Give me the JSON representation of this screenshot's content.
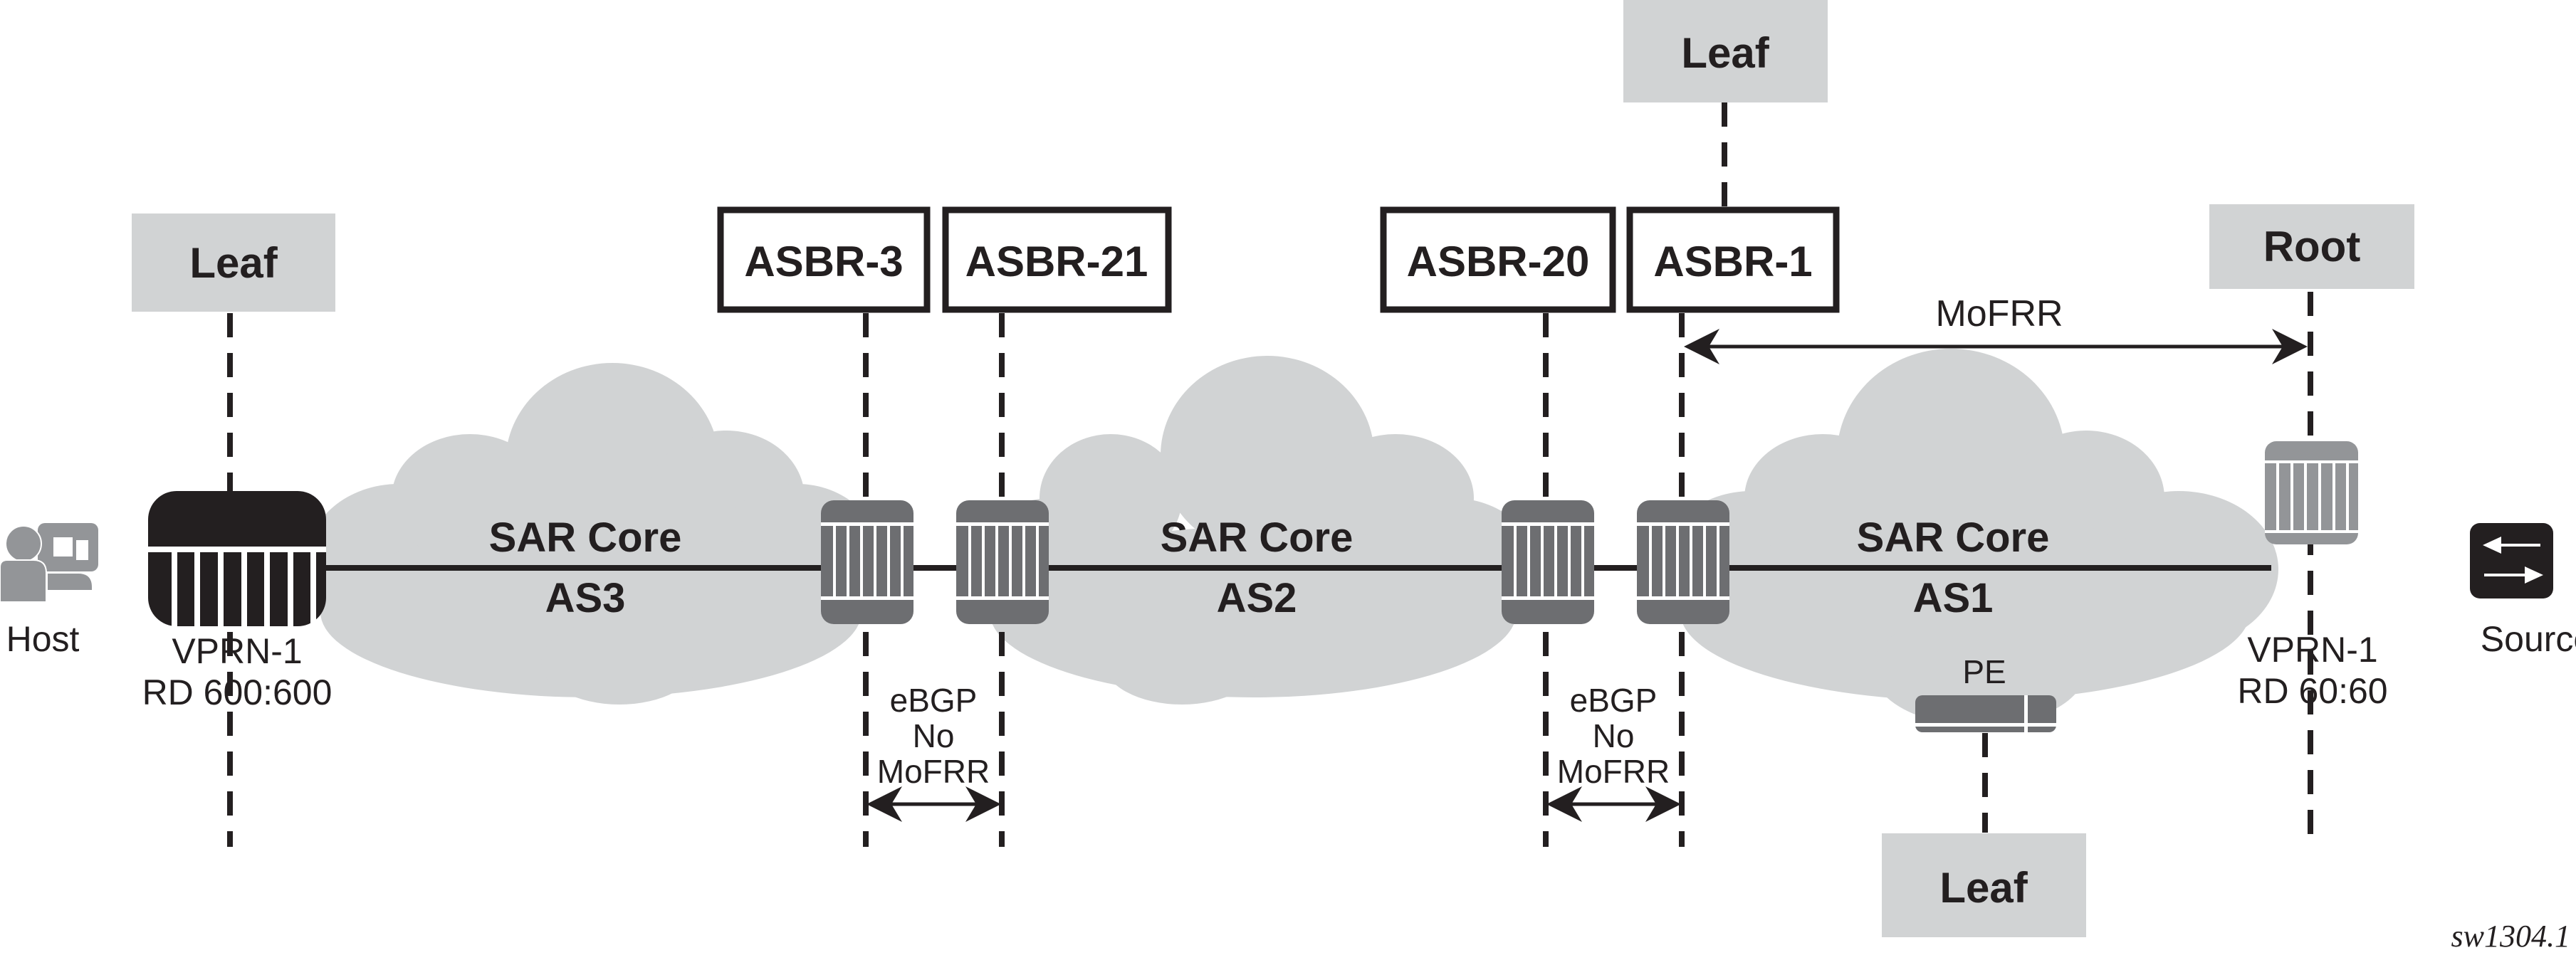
{
  "diagram": {
    "title": "Inter-AS MoFRR topology",
    "colors": {
      "cloud": "#d1d3d4",
      "role_box": "#d1d3d4",
      "router_asbr": "#6d6e71",
      "router_root": "#939598",
      "router_leaf": "#231f20",
      "line": "#231f20",
      "host_icon": "#939598"
    },
    "role_boxes": {
      "leaf_left": "Leaf",
      "leaf_top": "Leaf",
      "leaf_bottom": "Leaf",
      "root": "Root"
    },
    "asbr_boxes": [
      "ASBR-3",
      "ASBR-21",
      "ASBR-20",
      "ASBR-1"
    ],
    "clouds": [
      {
        "line1": "SAR Core",
        "line2": "AS3"
      },
      {
        "line1": "SAR Core",
        "line2": "AS2"
      },
      {
        "line1": "SAR Core",
        "line2": "AS1"
      }
    ],
    "endpoints": {
      "host": {
        "label": "Host",
        "icon": "host-icon"
      },
      "source": {
        "label": "Source",
        "icon": "switch-icon"
      }
    },
    "vprn_left": {
      "line1": "VPRN-1",
      "line2": "RD 600:600"
    },
    "vprn_right": {
      "line1": "VPRN-1",
      "line2": "RD 60:60"
    },
    "pe_label": "PE",
    "mofrr_label": "MoFRR",
    "ebgp_left": {
      "line1": "eBGP",
      "line2": "No",
      "line3": "MoFRR"
    },
    "ebgp_right": {
      "line1": "eBGP",
      "line2": "No",
      "line3": "MoFRR"
    },
    "caption": "sw1304.1"
  }
}
